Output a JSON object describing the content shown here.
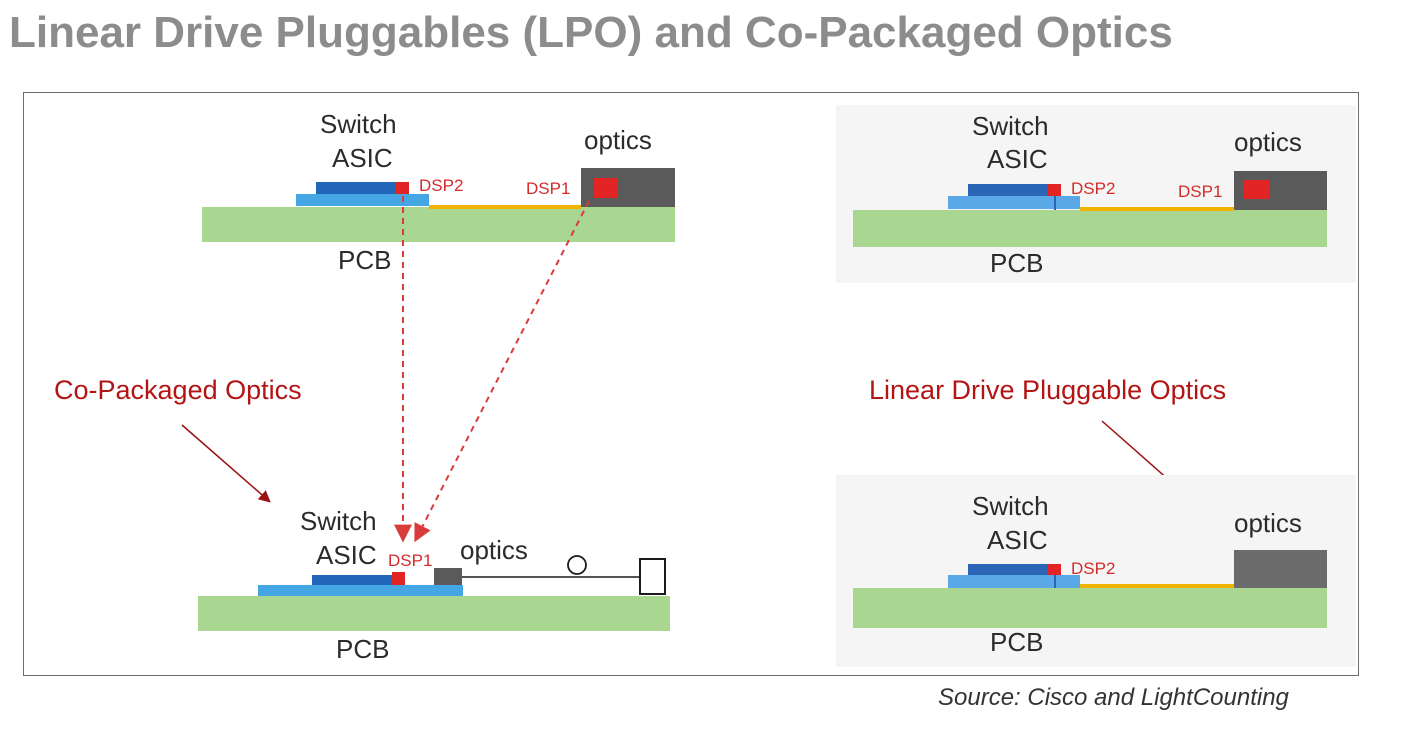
{
  "title": "Linear Drive Pluggables (LPO) and Co-Packaged Optics",
  "source": "Source: Cisco and LightCounting",
  "labels": {
    "switch": "Switch",
    "asic": "ASIC",
    "optics": "optics",
    "pcb": "PCB",
    "dsp1": "DSP1",
    "dsp2": "DSP2"
  },
  "callouts": {
    "cpo": "Co-Packaged Optics",
    "lpo": "Linear Drive Pluggable Optics"
  },
  "colors": {
    "pcb": "#a9d690",
    "asic_dark": "#2166b8",
    "asic_light": "#44a6e2",
    "dsp": "#e32424",
    "optics_module": "#5a5a5a",
    "trace": "#f0b400",
    "callout_text": "#b31414",
    "arrow": "#d93b3b"
  },
  "icons": {
    "fiber": "fiber-cable-icon",
    "connector": "connector-box-icon"
  }
}
